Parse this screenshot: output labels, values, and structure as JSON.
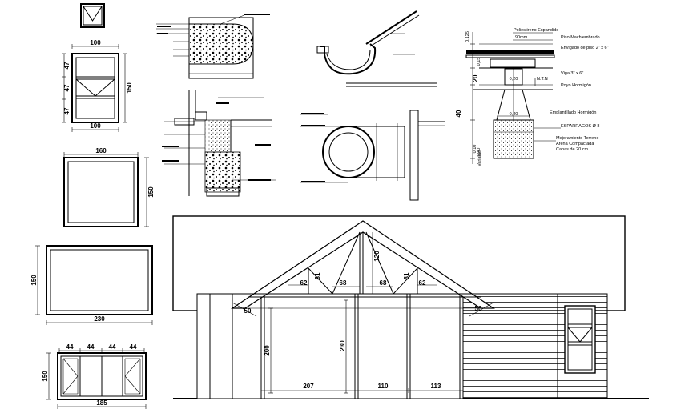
{
  "windows": {
    "win1": {
      "width": "100",
      "height": "150",
      "heights": [
        "47",
        "47",
        "47"
      ],
      "bottom_width": "100"
    },
    "win2": {
      "width": "160",
      "height": "150"
    },
    "win3": {
      "width": "230",
      "height": "150"
    },
    "win4": {
      "panels": [
        "44",
        "44",
        "44",
        "44"
      ],
      "width": "185",
      "height": "150"
    }
  },
  "footing_detail": {
    "notes": [
      "Poliestireno Expandido",
      "90mm",
      "Piso Machiembrado",
      "Envigado de piso 2\" x 6\"",
      "Viga 3\" x 6\"",
      "N.T.N",
      "Poyo Hormigón",
      "Emplantillado Hormigón",
      "ESPARRAGOS Ø 8",
      "Mejoramiento Terreno",
      "Arena Compactada",
      "Capas de 20 cm."
    ],
    "dims": [
      "0,125",
      "0,15",
      "0,20",
      "0,40",
      "0,40",
      "0,10",
      "Variable",
      "20",
      "40"
    ]
  },
  "elevation": {
    "truss_dims": [
      "120",
      "81",
      "81",
      "62",
      "68",
      "68",
      "62",
      "50",
      "50"
    ],
    "height_dims": [
      "200",
      "230"
    ],
    "bottom_dims": [
      "207",
      "110",
      "113"
    ]
  }
}
